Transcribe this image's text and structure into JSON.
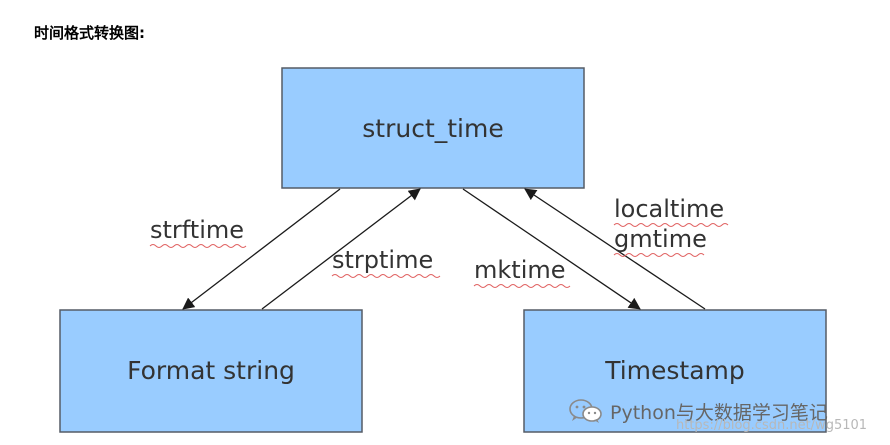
{
  "heading": "时间格式转换图:",
  "nodes": {
    "struct_time": "struct_time",
    "format_string": "Format string",
    "timestamp": "Timestamp"
  },
  "edges": {
    "strftime": "strftime",
    "strptime": "strptime",
    "mktime": "mktime",
    "localtime": "localtime",
    "gmtime": "gmtime"
  },
  "watermark": {
    "text": "Python与大数据学习笔记",
    "url": "https://blog.csdn.net/wg5101"
  },
  "colors": {
    "box_fill": "#99ccff",
    "box_border": "#555c66",
    "text": "#333333",
    "arrow": "#1a1a1a",
    "spellcheck_underline": "#e06060"
  }
}
